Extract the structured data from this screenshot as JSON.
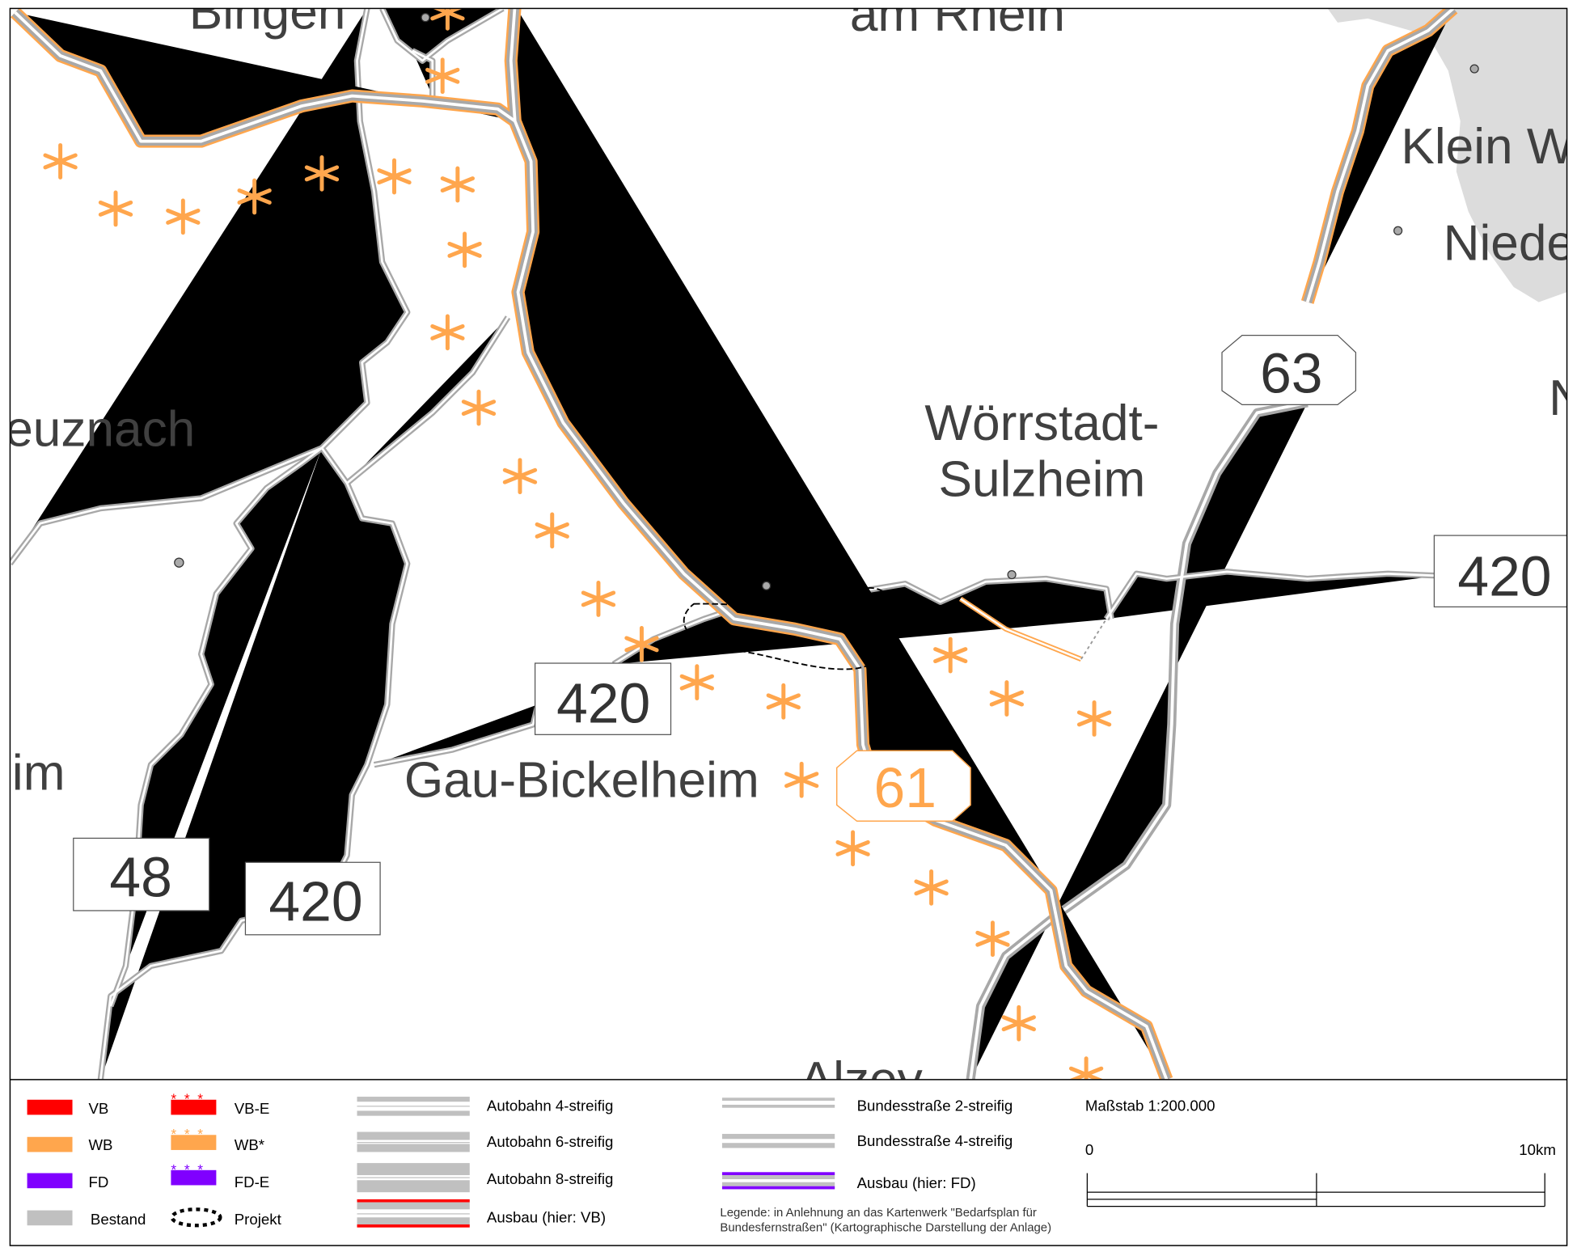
{
  "map": {
    "place_labels": {
      "bingen": "Bingen",
      "am_rhein": "am Rhein",
      "klein_w": "Klein W",
      "niede": "Niede",
      "n": "N",
      "kreuznach": "euznach",
      "woerrstadt_1": "Wörrstadt-",
      "woerrstadt_2": "Sulzheim",
      "gau_bickelheim": "Gau-Bickelheim",
      "im": "im",
      "alzey": "Alzey"
    },
    "shields": {
      "a63": "63",
      "b420_east": "420",
      "b420_center": "420",
      "b420_south": "420",
      "b48": "48",
      "a61": "61"
    },
    "colors": {
      "vb": "#ff0000",
      "wb": "#ffa64d",
      "fd": "#8000ff",
      "bestand": "#c0c0c0"
    }
  },
  "legend": {
    "vb": "VB",
    "wb": "WB",
    "fd": "FD",
    "bestand": "Bestand",
    "vb_e": "VB-E",
    "wb_star": "WB*",
    "fd_e": "FD-E",
    "projekt": "Projekt",
    "autobahn_4": "Autobahn 4-streifig",
    "autobahn_6": "Autobahn 6-streifig",
    "autobahn_8": "Autobahn 8-streifig",
    "ausbau_vb": "Ausbau (hier: VB)",
    "bundes_2": "Bundesstraße 2-streifig",
    "bundes_4": "Bundesstraße 4-streifig",
    "ausbau_fd": "Ausbau (hier: FD)",
    "note_1": "Legende: in Anlehnung an das Kartenwerk \"Bedarfsplan für",
    "note_2": "Bundesfernstraßen\" (Kartographische Darstellung der Anlage)",
    "scale_title": "Maßstab 1:200.000",
    "scale_start": "0",
    "scale_end": "10km"
  }
}
